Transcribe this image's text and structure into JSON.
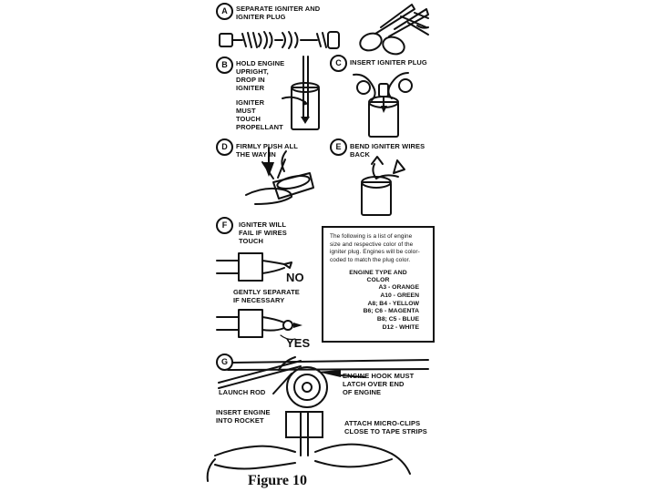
{
  "steps": {
    "a": {
      "letter": "A",
      "label": [
        "SEPARATE IGNITER AND",
        "IGNITER PLUG"
      ]
    },
    "b": {
      "letter": "B",
      "label": [
        "HOLD ENGINE",
        "UPRIGHT,",
        "DROP IN",
        "IGNITER"
      ],
      "note": [
        "IGNITER",
        "MUST",
        "TOUCH",
        "PROPELLANT"
      ]
    },
    "c": {
      "letter": "C",
      "label": [
        "INSERT IGNITER PLUG"
      ]
    },
    "d": {
      "letter": "D",
      "label": [
        "FIRMLY PUSH ALL",
        "THE WAY IN"
      ]
    },
    "e": {
      "letter": "E",
      "label": [
        "BEND IGNITER WIRES",
        "BACK"
      ]
    },
    "f": {
      "letter": "F",
      "label": [
        "IGNITER WILL",
        "FAIL IF WIRES",
        "TOUCH"
      ],
      "no": "NO",
      "separate": [
        "GENTLY SEPARATE",
        "IF NECESSARY"
      ],
      "yes": "YES"
    },
    "g": {
      "letter": "G",
      "launch_rod": "LAUNCH ROD",
      "hook": [
        "ENGINE HOOK MUST",
        "LATCH OVER END",
        "OF ENGINE"
      ],
      "insert": [
        "INSERT ENGINE",
        "INTO ROCKET"
      ],
      "clips": [
        "ATTACH MICRO-CLIPS",
        "CLOSE TO TAPE STRIPS"
      ]
    }
  },
  "engine_box": {
    "intro": [
      "The following is a list of engine",
      "size and respective color of the",
      "igniter plug. Engines will be color-",
      "coded to match the plug color."
    ],
    "title": [
      "Engine Type and",
      "Color"
    ],
    "rows": [
      "A3 - ORANGE",
      "A10 - GREEN",
      "A8; B4 - YELLOW",
      "B6; C6 - MAGENTA",
      "B8; C5 - BLUE",
      "D12 - WHITE"
    ]
  },
  "caption": "Figure 10"
}
